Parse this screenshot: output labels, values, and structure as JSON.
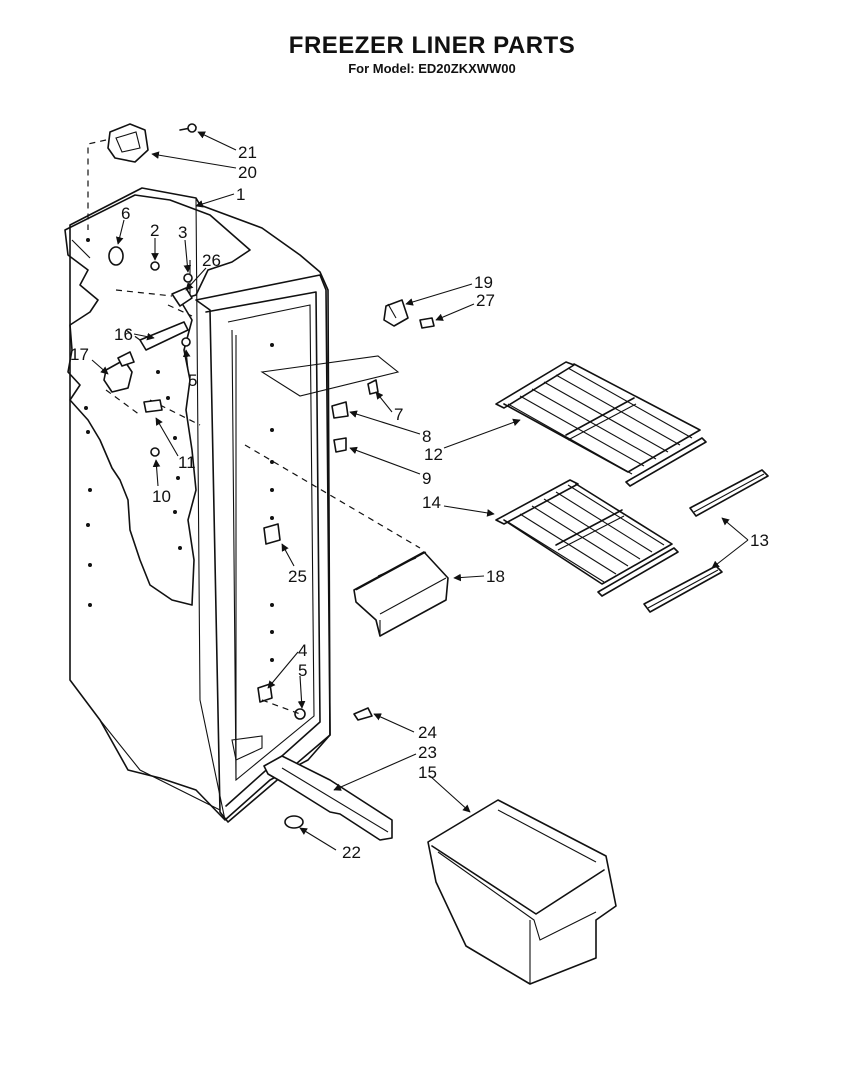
{
  "title": "FREEZER LINER PARTS",
  "subtitle": "For Model: ED20ZKXWW00",
  "callouts": [
    "21",
    "20",
    "1",
    "6",
    "2",
    "3",
    "26",
    "19",
    "27",
    "16",
    "17",
    "5",
    "7",
    "8",
    "12",
    "9",
    "11",
    "10",
    "14",
    "13",
    "25",
    "18",
    "4",
    "5",
    "24",
    "23",
    "15",
    "22"
  ]
}
